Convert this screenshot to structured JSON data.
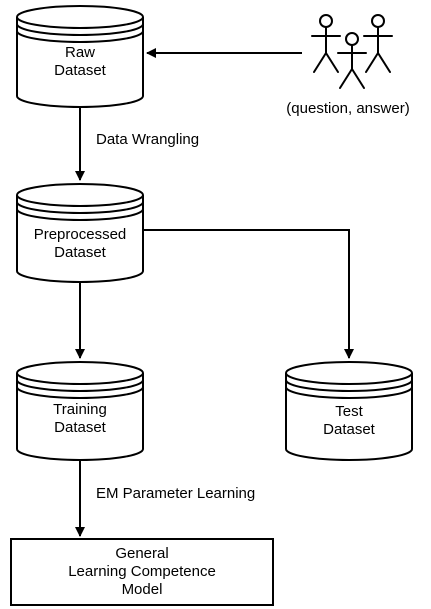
{
  "nodes": {
    "raw": {
      "line1": "Raw",
      "line2": "Dataset"
    },
    "preprocessed": {
      "line1": "Preprocessed",
      "line2": "Dataset"
    },
    "training": {
      "line1": "Training",
      "line2": "Dataset"
    },
    "test": {
      "line1": "Test",
      "line2": "Dataset"
    },
    "model": {
      "line1": "General",
      "line2": "Learning Competence",
      "line3": "Model"
    }
  },
  "actors": {
    "label": "(question, answer)"
  },
  "edges": {
    "wrangling": "Data Wrangling",
    "em": "EM Parameter Learning"
  },
  "colors": {
    "stroke": "#000000",
    "fill": "#ffffff",
    "text": "#000000"
  }
}
